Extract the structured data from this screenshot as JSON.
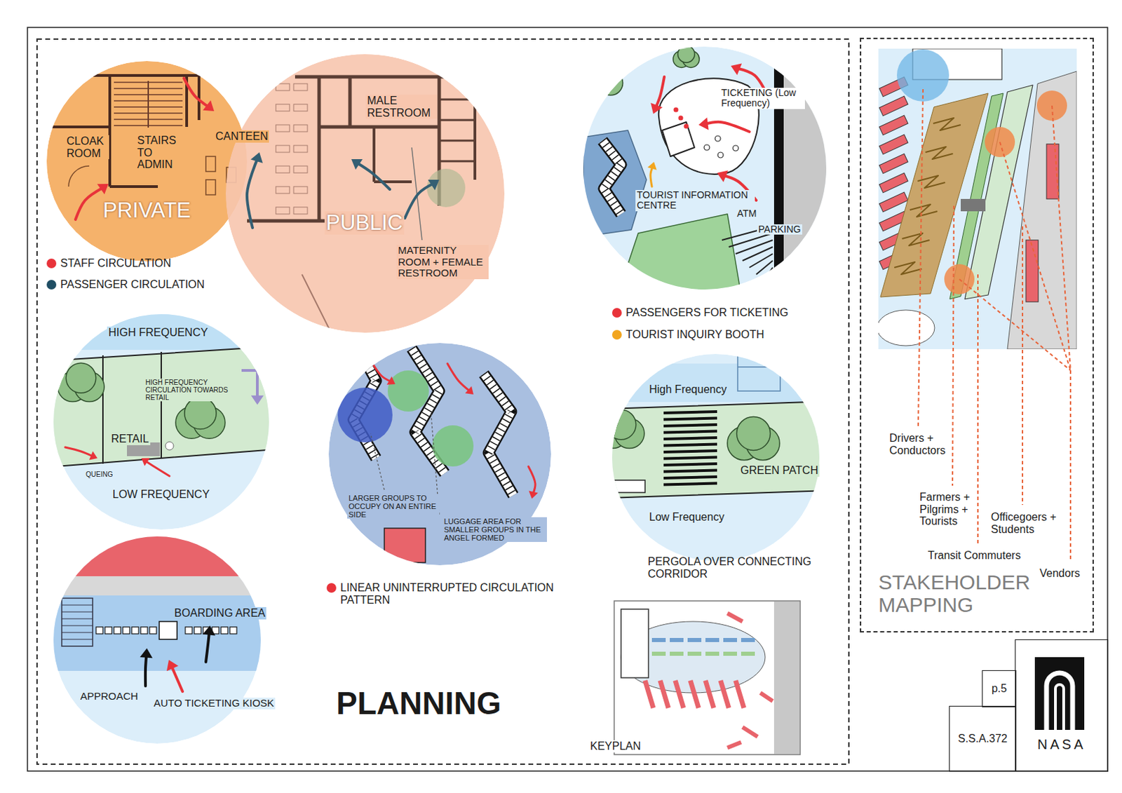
{
  "diagram": {
    "title": "PLANNING",
    "nodes": [
      {
        "text": [
          "CLOAK ROOM",
          "STAIRS TO ADMIN",
          "CANTEEN",
          "PRIVATE"
        ]
      },
      {
        "text": [
          "MALE RESTROOM",
          "PUBLIC",
          "MATERNITY ROOM + FEMALE RESTROOM"
        ]
      },
      {
        "text": [
          "TICKETING (Low Frequency)",
          "TOURIST INFORMATION CENTRE",
          "ATM",
          "PARKING"
        ]
      },
      {
        "text": [
          "HIGH FREQUENCY",
          "HIGH FREQUENCY CIRCULATION TOWARDS RETAIL",
          "RETAIL",
          "QUEING",
          "LOW FREQUENCY"
        ]
      },
      {
        "text": [
          "LARGER GROUPS TO OCCUPY ON AN ENTIRE SIDE",
          "LUGGAGE AREA FOR SMALLER GROUPS IN THE ANGEL FORMED"
        ]
      },
      {
        "text": [
          "High Frequency",
          "GREEN PATCH",
          "Low Frequency",
          "PERGOLA OVER CONNECTING CORRIDOR"
        ]
      },
      {
        "text": [
          "BOARDING AREA",
          "APPROACH",
          "AUTO TICKETING KIOSK"
        ]
      },
      {
        "text": [
          "KEYPLAN"
        ]
      },
      {
        "text": [
          "Drivers + Conductors",
          "Farmers + Pilgrims + Tourists",
          "Officegoers + Students",
          "Transit Commuters",
          "Vendors",
          "STAKEHOLDER MAPPING"
        ]
      },
      {
        "text": [
          "p.5"
        ]
      },
      {
        "text": [
          "S.S.A.372"
        ]
      },
      {
        "text": [
          "NASA"
        ]
      }
    ],
    "legend": [
      {
        "text": "STAFF CIRCULATION",
        "color": "#e8333a"
      },
      {
        "text": "PASSENGER CIRCULATION",
        "color": "#1f4e64"
      },
      {
        "text": "PASSENGERS FOR TICKETING",
        "color": "#e8333a"
      },
      {
        "text": "TOURIST INQUIRY BOOTH",
        "color": "#f2a51e"
      },
      {
        "text": "LINEAR UNINTERRUPTED CIRCULATION PATTERN",
        "color": "#e8333a"
      }
    ]
  }
}
